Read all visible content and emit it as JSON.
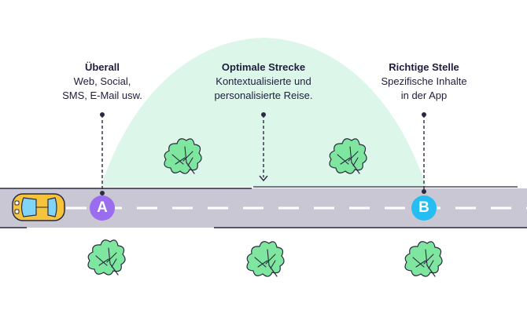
{
  "colors": {
    "hill": "#dcf7ea",
    "road": "#c9c7d3",
    "road_edge": "#2b2940",
    "dash": "#ffffff",
    "car_body": "#f6c43c",
    "marker_a": "#9a6cf0",
    "marker_b": "#25bdf2",
    "bush": "#7ee69f",
    "bush_stroke": "#2b2940",
    "text": "#1f1d3d"
  },
  "labels": {
    "left": {
      "title": "Überall",
      "lines": [
        "Web, Social,",
        "SMS, E-Mail usw."
      ]
    },
    "middle": {
      "title": "Optimale Strecke",
      "lines": [
        "Kontextualisierte und",
        "personalisierte Reise."
      ]
    },
    "right": {
      "title": "Richtige Stelle",
      "lines": [
        "Spezifische Inhalte",
        "in der App"
      ]
    }
  },
  "markers": {
    "a": "A",
    "b": "B"
  },
  "icons": {
    "car": "car-icon",
    "bush": "bush-icon",
    "arrow": "arrow-down-icon"
  }
}
